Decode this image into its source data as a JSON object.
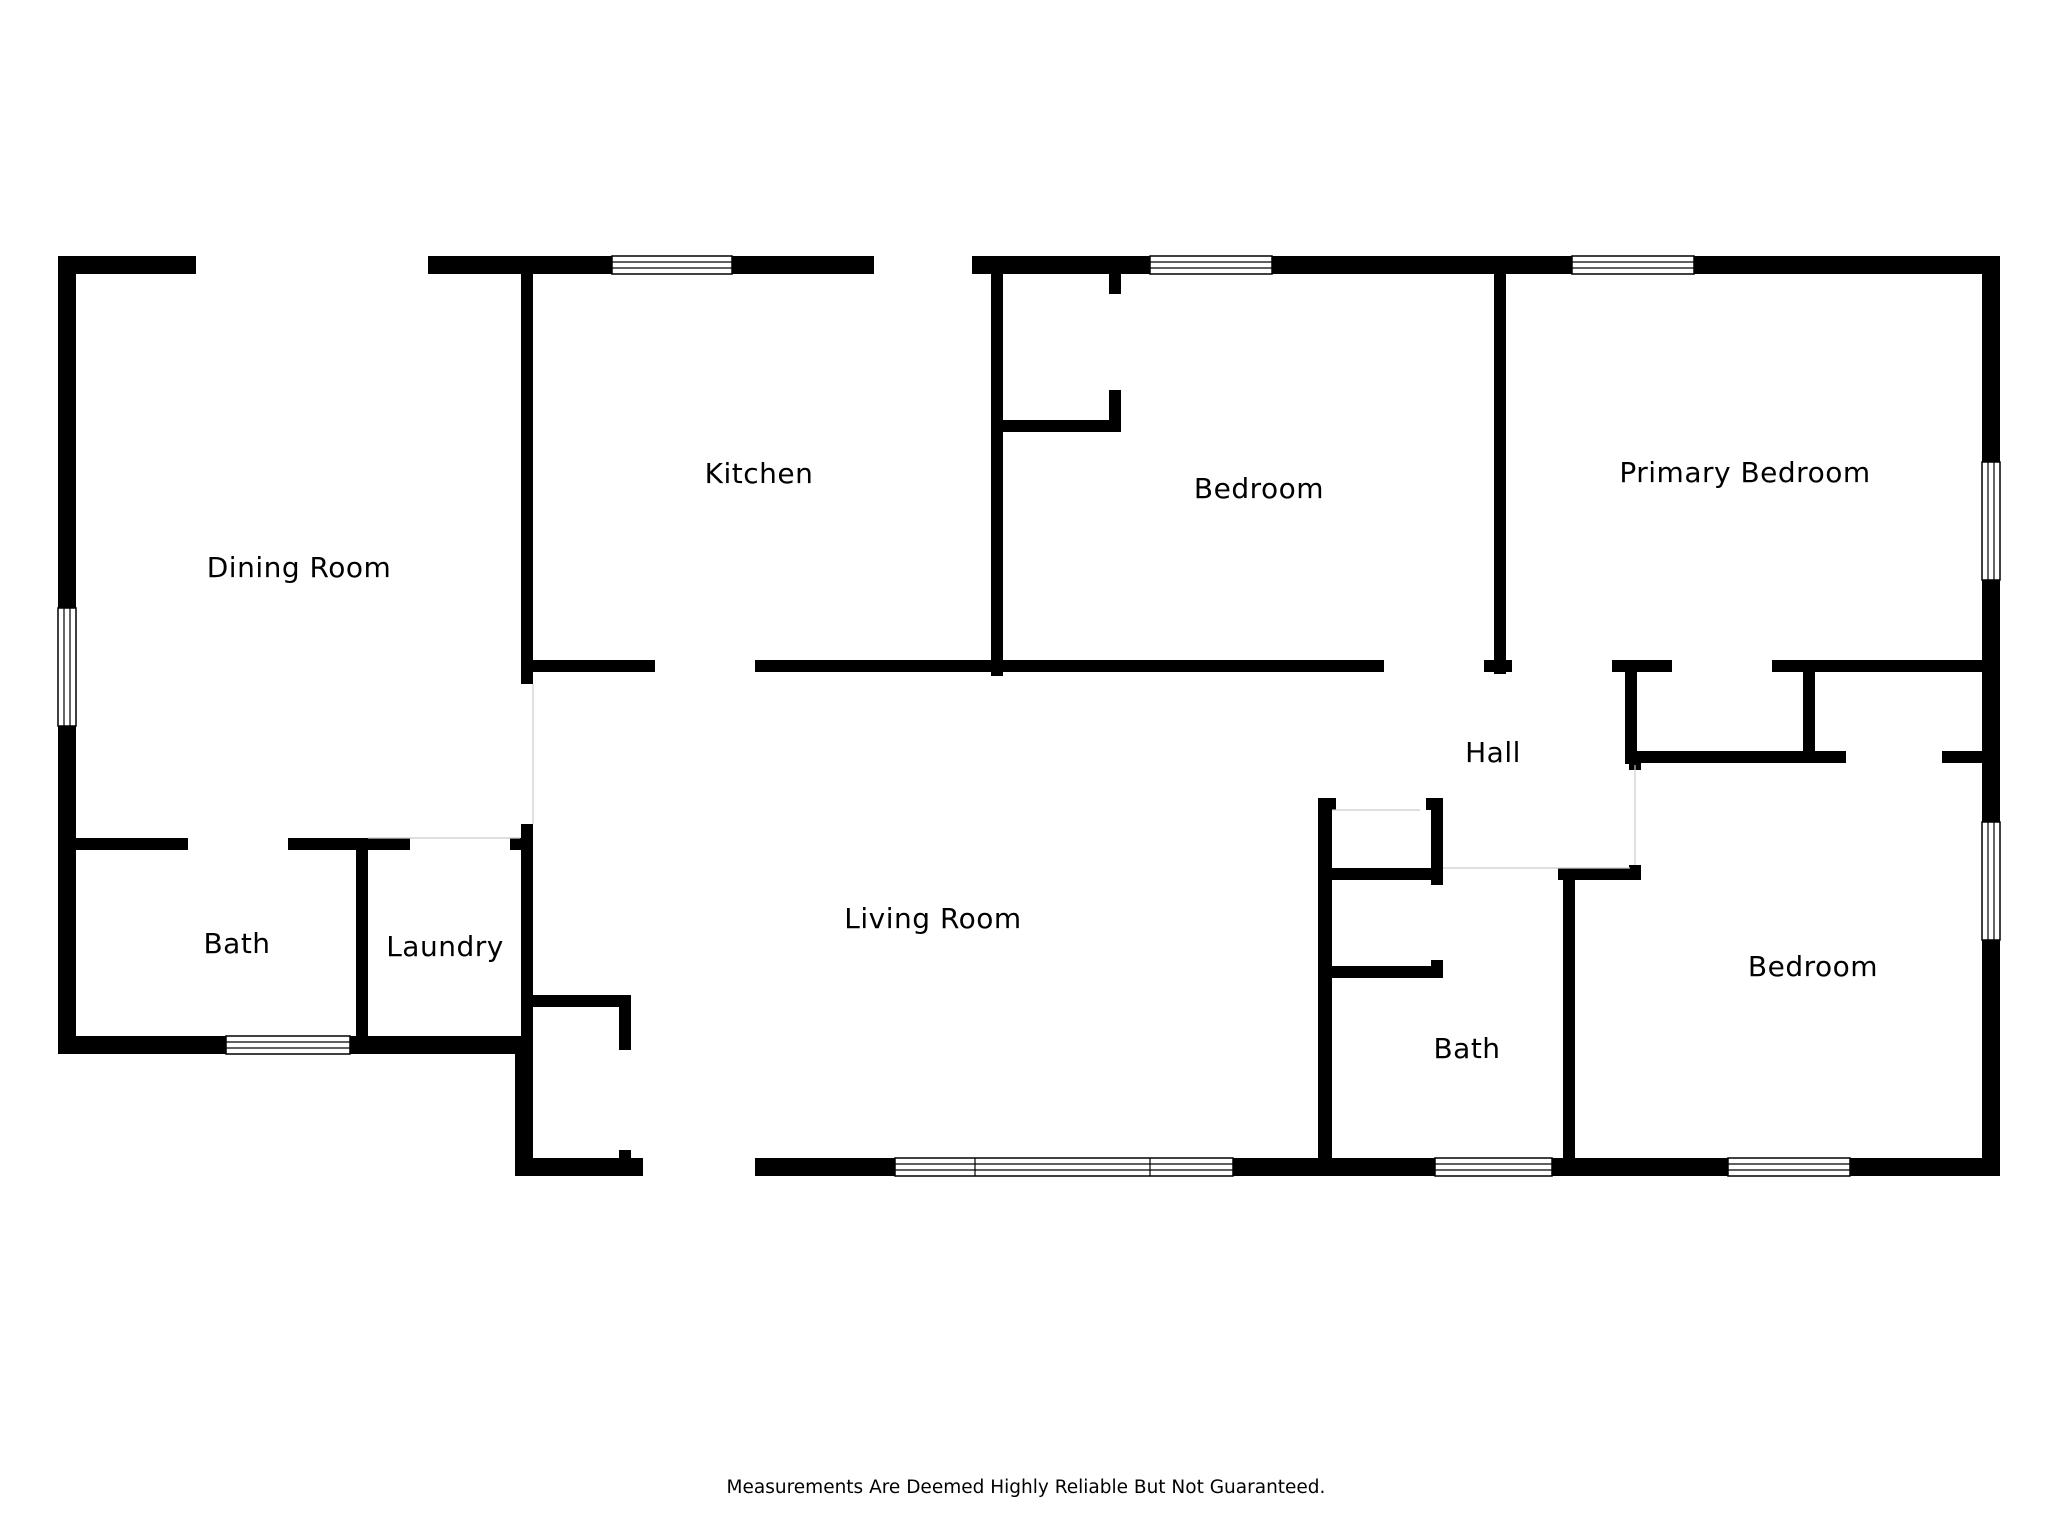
{
  "floor_plan": {
    "rooms": {
      "dining_room": "Dining Room",
      "kitchen": "Kitchen",
      "bedroom_1": "Bedroom",
      "primary_bedroom": "Primary Bedroom",
      "hall": "Hall",
      "living_room": "Living Room",
      "bath_1": "Bath",
      "laundry": "Laundry",
      "bath_2": "Bath",
      "bedroom_2": "Bedroom"
    },
    "disclaimer": "Measurements Are Deemed Highly Reliable But Not Guaranteed."
  }
}
